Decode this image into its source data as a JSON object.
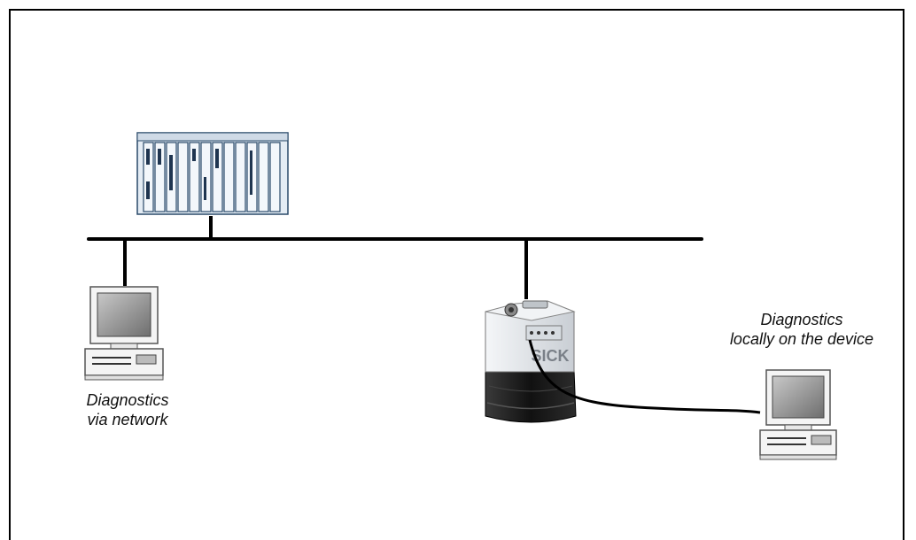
{
  "labels": {
    "network": {
      "line1": "Diagnostics",
      "line2": "via network"
    },
    "local": {
      "line1": "Diagnostics",
      "line2": "locally on the device"
    }
  },
  "device": {
    "brand": "SICK"
  },
  "colors": {
    "bus": "#000000",
    "rack_fill": "#e4ecf4",
    "rack_stroke": "#2a4a6a",
    "monitor_screen": "#8a8a8a",
    "device_body": "#e6eaee",
    "device_base": "#1c1c1c"
  }
}
